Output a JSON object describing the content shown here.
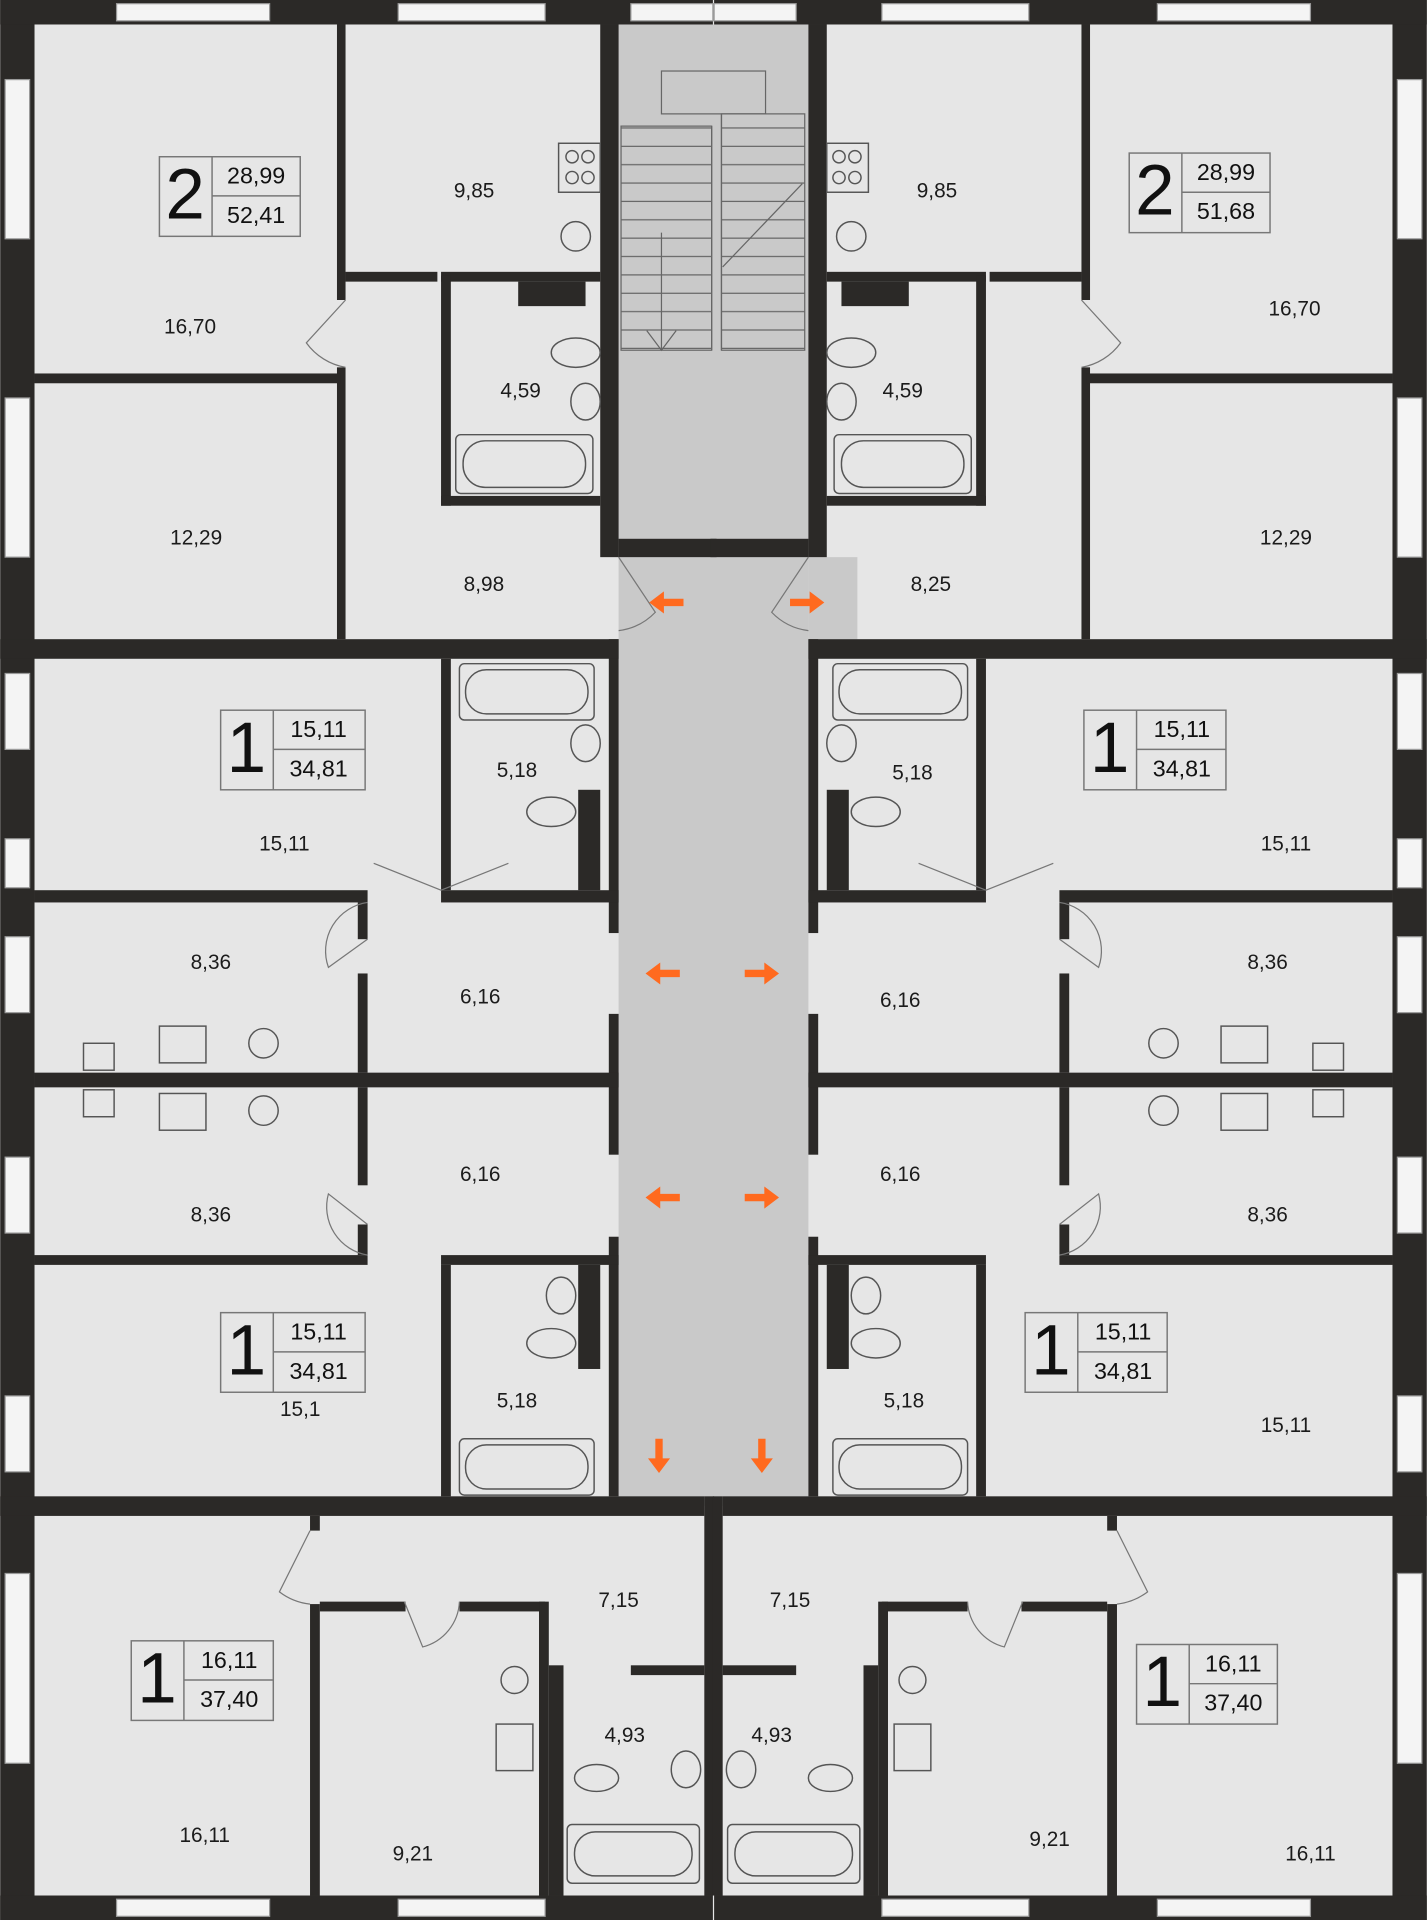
{
  "colors": {
    "wall": "#2b2927",
    "room": "#e6e6e6",
    "corridor": "#c9c9c9",
    "evacuation_arrow": "#ff6a1f"
  },
  "apartments": [
    {
      "position": "top-left",
      "rooms": "2",
      "living": "28,99",
      "total": "52,41",
      "areas": [
        "16,70",
        "12,29",
        "9,85",
        "4,59",
        "8,98"
      ]
    },
    {
      "position": "top-right",
      "rooms": "2",
      "living": "28,99",
      "total": "51,68",
      "areas": [
        "16,70",
        "12,29",
        "9,85",
        "4,59",
        "8,25"
      ]
    },
    {
      "position": "second-left",
      "rooms": "1",
      "living": "15,11",
      "total": "34,81",
      "areas": [
        "15,11",
        "8,36",
        "5,18",
        "6,16"
      ]
    },
    {
      "position": "second-right",
      "rooms": "1",
      "living": "15,11",
      "total": "34,81",
      "areas": [
        "15,11",
        "8,36",
        "5,18",
        "6,16"
      ]
    },
    {
      "position": "third-left",
      "rooms": "1",
      "living": "15,11",
      "total": "34,81",
      "areas": [
        "15,1",
        "8,36",
        "5,18",
        "6,16"
      ]
    },
    {
      "position": "third-right",
      "rooms": "1",
      "living": "15,11",
      "total": "34,81",
      "areas": [
        "15,11",
        "8,36",
        "5,18",
        "6,16"
      ]
    },
    {
      "position": "bottom-left",
      "rooms": "1",
      "living": "16,11",
      "total": "37,40",
      "areas": [
        "16,11",
        "9,21",
        "4,93",
        "7,15"
      ]
    },
    {
      "position": "bottom-right",
      "rooms": "1",
      "living": "16,11",
      "total": "37,40",
      "areas": [
        "16,11",
        "9,21",
        "4,93",
        "7,15"
      ]
    }
  ]
}
